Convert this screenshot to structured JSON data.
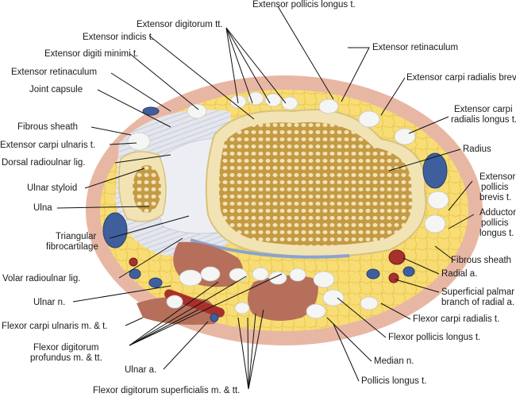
{
  "labels": {
    "extensor_pollicis_longus": "Extensor pollicis longus t.",
    "extensor_digitorum": "Extensor digitorum tt.",
    "extensor_indicis": "Extensor indicis t.",
    "extensor_digiti_minimi": "Extensor digiti minimi t.",
    "extensor_retinaculum_left": "Extensor retinaculum",
    "joint_capsule": "Joint capsule",
    "fibrous_sheath_left": "Fibrous sheath",
    "ecu": "Extensor carpi ulnaris t.",
    "dorsal_radioulnar": "Dorsal radioulnar lig.",
    "ulnar_styloid": "Ulnar styloid",
    "ulna": "Ulna",
    "tfcc_1": "Triangular",
    "tfcc_2": "fibrocartilage",
    "volar_radioulnar": "Volar radioulnar lig.",
    "ulnar_nerve": "Ulnar n.",
    "fcu": "Flexor carpi ulnaris m. & t.",
    "fdp_1": "Flexor digitorum",
    "fdp_2": "profundus m. & tt.",
    "ulnar_artery": "Ulnar a.",
    "fds": "Flexor digitorum superficialis m. & tt.",
    "extensor_retinaculum_right": "Extensor retinaculum",
    "ecrb": "Extensor carpi radialis brevis t.",
    "ecrl_1": "Extensor carpi",
    "ecrl_2": "radialis longus t.",
    "radius": "Radius",
    "epb_1": "Extensor",
    "epb_2": "pollicis",
    "epb_3": "brevis t.",
    "apl_1": "Adductor",
    "apl_2": "pollicis",
    "apl_3": "longus t.",
    "fibrous_sheath_right": "Fibrous sheath",
    "radial_artery": "Radial a.",
    "spb_1": "Superficial palmar",
    "spb_2": "branch of radial a.",
    "fcr": "Flexor carpi radialis t.",
    "fpl": "Flexor pollicis longus t.",
    "median_nerve": "Median n.",
    "pollicis_longus": "Pollicis longus t."
  },
  "colors": {
    "skin": "#e8b7a4",
    "fat": "#f6dc72",
    "bone_cortex": "#f0e2b0",
    "bone_marrow": "#c9a24a",
    "ligament": "#dcdde6",
    "muscle": "#b56f5a",
    "tendon": "#f4f4f2",
    "vein": "#3f5f9c",
    "artery": "#a8302b",
    "leader": "#111111"
  }
}
